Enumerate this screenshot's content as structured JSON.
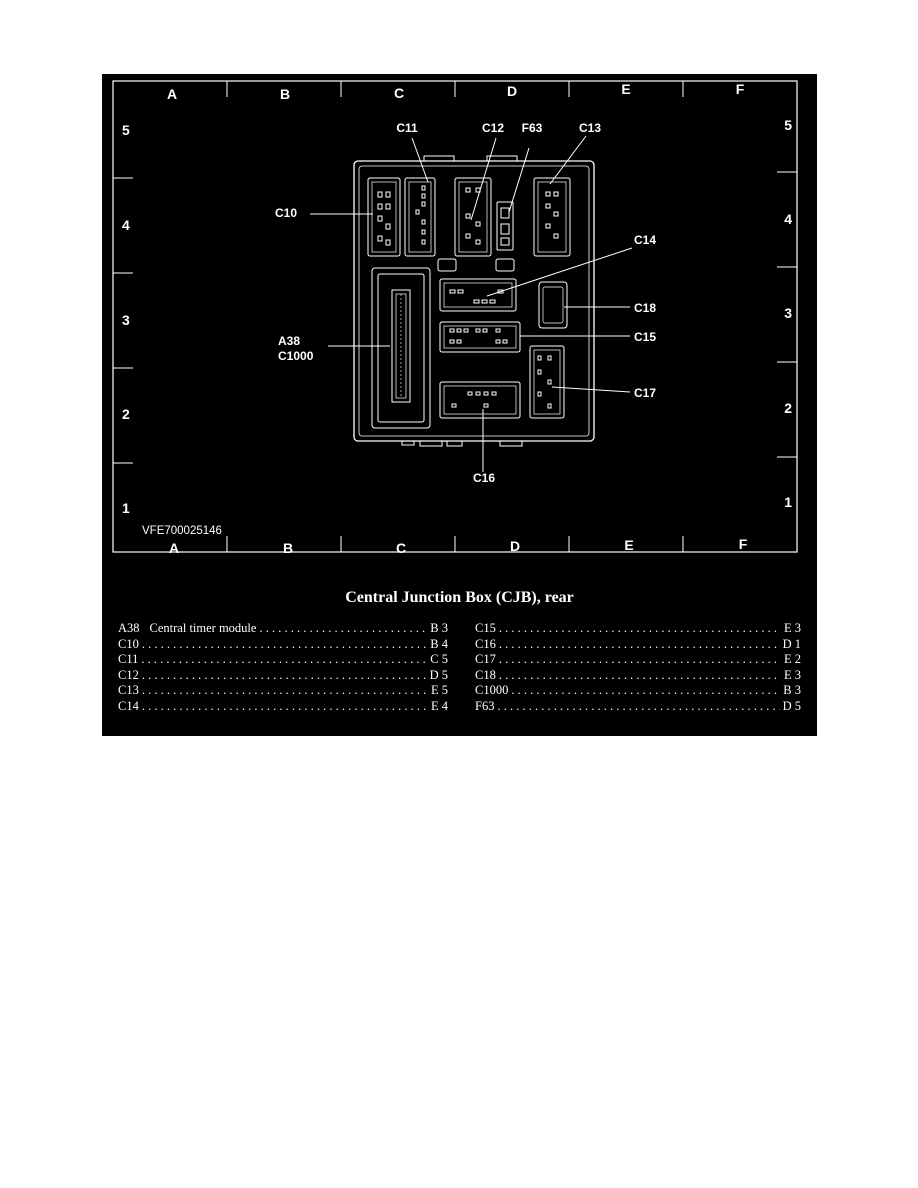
{
  "diagram": {
    "columns": [
      "A",
      "B",
      "C",
      "D",
      "E",
      "F"
    ],
    "rows": [
      "5",
      "4",
      "3",
      "2",
      "1"
    ],
    "figure_id": "VFE700025146",
    "callouts": {
      "c10": "C10",
      "c11": "C11",
      "c12": "C12",
      "f63": "F63",
      "c13": "C13",
      "c14": "C14",
      "c18": "C18",
      "c15": "C15",
      "c17": "C17",
      "c16": "C16",
      "a38": "A38",
      "c1000": "C1000"
    }
  },
  "title": "Central Junction Box (CJB), rear",
  "legend": {
    "left": [
      {
        "code": "A38",
        "desc": "Central timer module",
        "loc": "B 3"
      },
      {
        "code": "C10",
        "desc": "",
        "loc": "B 4"
      },
      {
        "code": "C11",
        "desc": "",
        "loc": "C 5"
      },
      {
        "code": "C12",
        "desc": "",
        "loc": "D 5"
      },
      {
        "code": "C13",
        "desc": "",
        "loc": "E 5"
      },
      {
        "code": "C14",
        "desc": "",
        "loc": "E 4"
      }
    ],
    "right": [
      {
        "code": "C15",
        "desc": "",
        "loc": "E 3"
      },
      {
        "code": "C16",
        "desc": "",
        "loc": "D 1"
      },
      {
        "code": "C17",
        "desc": "",
        "loc": "E 2"
      },
      {
        "code": "C18",
        "desc": "",
        "loc": "E 3"
      },
      {
        "code": "C1000",
        "desc": "",
        "loc": "B 3"
      },
      {
        "code": "F63",
        "desc": "",
        "loc": "D 5"
      }
    ]
  }
}
